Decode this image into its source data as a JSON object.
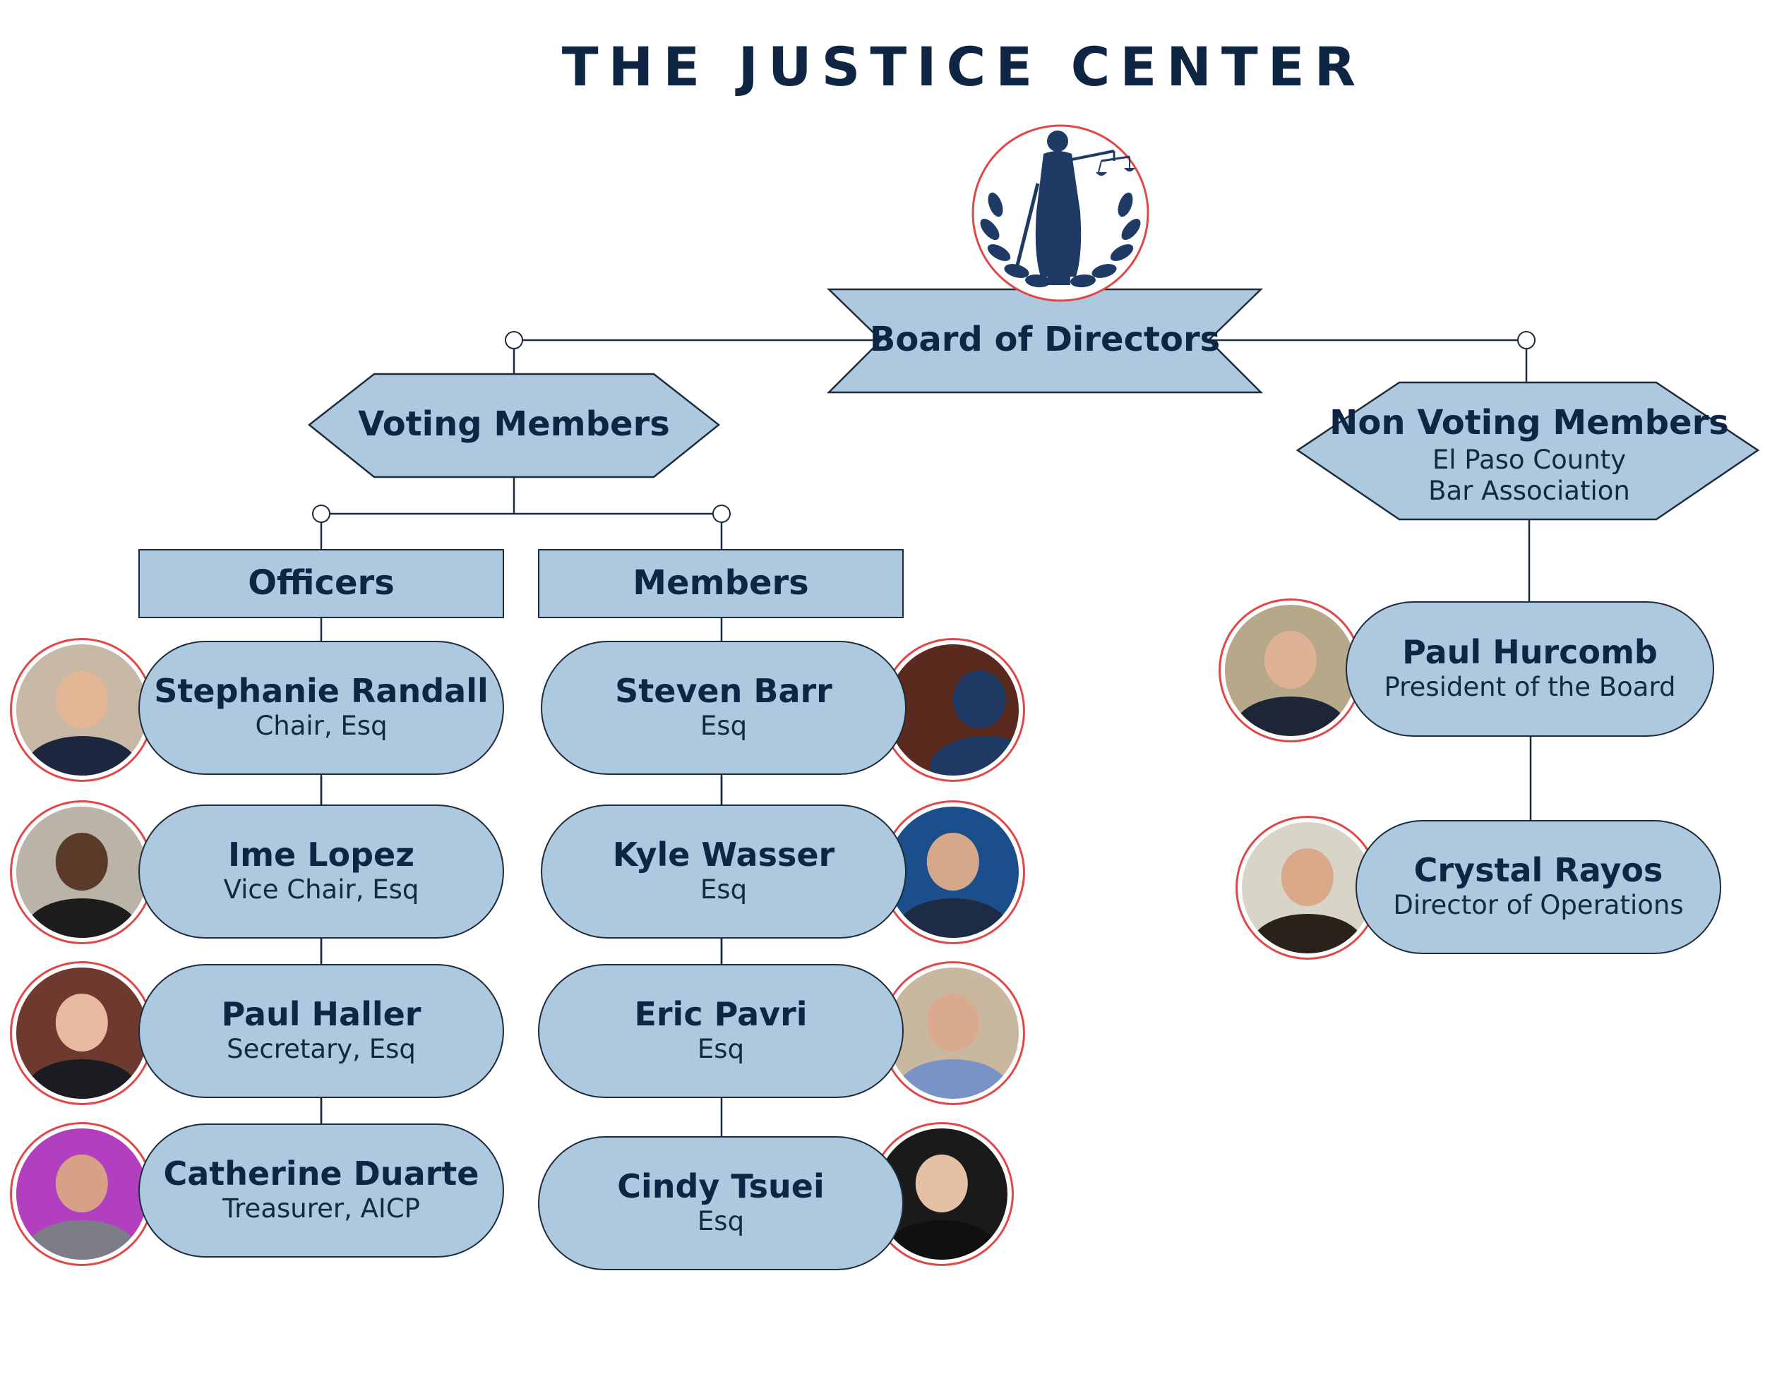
{
  "header": {
    "title": "THE JUSTICE CENTER"
  },
  "board": {
    "label": "Board of Directors"
  },
  "voting": {
    "label": "Voting Members"
  },
  "non_voting": {
    "label": "Non Voting Members",
    "sub1": "El Paso County",
    "sub2": "Bar Association"
  },
  "groups": {
    "officers": "Officers",
    "members": "Members"
  },
  "officers": [
    {
      "name": "Stephanie Randall",
      "role": "Chair, Esq"
    },
    {
      "name": "Ime Lopez",
      "role": "Vice Chair, Esq"
    },
    {
      "name": "Paul Haller",
      "role": "Secretary, Esq"
    },
    {
      "name": "Catherine Duarte",
      "role": "Treasurer, AICP"
    }
  ],
  "members": [
    {
      "name": "Steven Barr",
      "role": "Esq"
    },
    {
      "name": "Kyle Wasser",
      "role": "Esq"
    },
    {
      "name": "Eric Pavri",
      "role": "Esq"
    },
    {
      "name": "Cindy Tsuei",
      "role": "Esq"
    }
  ],
  "staff": [
    {
      "name": "Paul Hurcomb",
      "role": "President of the Board"
    },
    {
      "name": "Crystal Rayos",
      "role": "Director of Operations"
    }
  ],
  "colors": {
    "navy": "#0f2544",
    "box_fill": "#adc9e0",
    "avatar_ring": "#e04848"
  }
}
